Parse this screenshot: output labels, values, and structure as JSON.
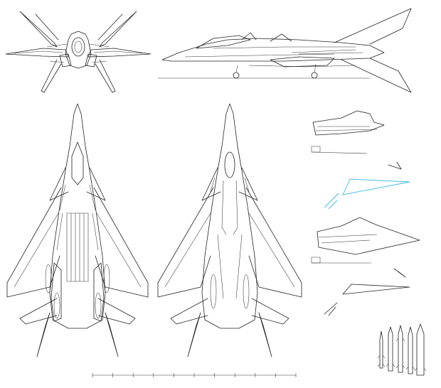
{
  "colors": {
    "line": "#222222",
    "background": "#ffffff",
    "highlight_line": "#3fb8e8",
    "missile_dark": "#2b3a55"
  },
  "views": {
    "front": "front-view",
    "side": "side-view",
    "top": "top-view",
    "bottom": "bottom-view",
    "details": [
      "wing-fold-detail-upper",
      "wing-fold-detail-lower"
    ],
    "weapons": [
      "missile-1",
      "missile-2",
      "missile-3",
      "missile-4",
      "missile-5"
    ]
  },
  "scale_bar": {
    "ticks": 10
  }
}
